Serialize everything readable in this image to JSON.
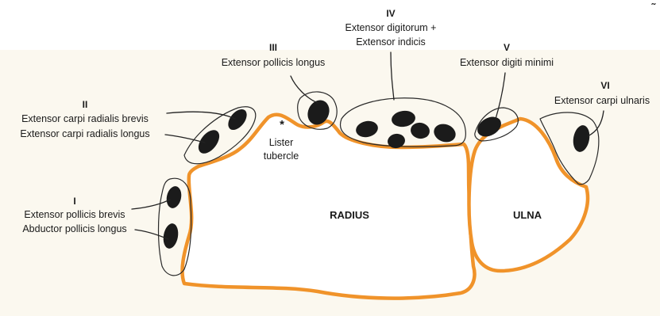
{
  "colors": {
    "background_band": "#fbf8ef",
    "bone_outline": "#f0932a",
    "tendon": "#1b1b1b",
    "compartment_outline": "#2a2a2a"
  },
  "compartments": {
    "I": {
      "numeral": "I",
      "line1": "Extensor pollicis brevis",
      "line2": "Abductor pollicis longus"
    },
    "II": {
      "numeral": "II",
      "line1": "Extensor carpi radialis brevis",
      "line2": "Extensor carpi radialis longus"
    },
    "III": {
      "numeral": "III",
      "line1": "Extensor pollicis longus"
    },
    "IV": {
      "numeral": "IV",
      "line1": "Extensor digitorum +",
      "line2": "Extensor indicis"
    },
    "V": {
      "numeral": "V",
      "line1": "Extensor digiti minimi"
    },
    "VI": {
      "numeral": "VI",
      "line1": "Extensor carpi ulnaris"
    }
  },
  "lister": {
    "marker": "*",
    "line1": "Lister",
    "line2": "tubercle"
  },
  "bones": {
    "radius": "RADIUS",
    "ulna": "ULNA"
  },
  "corner_mark": "˜"
}
